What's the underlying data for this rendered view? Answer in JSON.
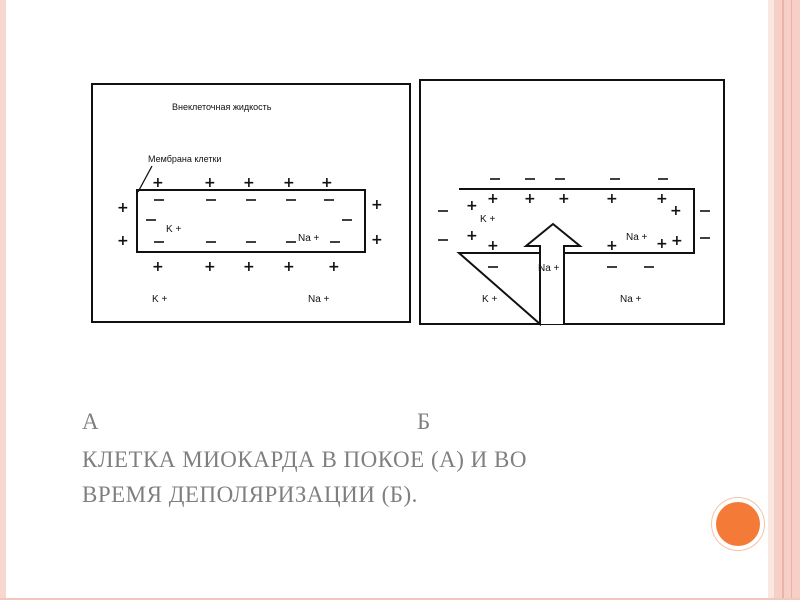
{
  "diagram": {
    "panel_a": {
      "top_label": "Внеклеточная жидкость",
      "membrane_label": "Мембрана клетки",
      "ion_k_inside": "K +",
      "ion_na_inside": "Na +",
      "ion_k_outside": "K +",
      "ion_na_outside": "Na +"
    },
    "panel_b": {
      "ion_k_inside": "K +",
      "ion_na_inside": "Na +",
      "arrow_label": "Na +",
      "ion_k_outside": "K +",
      "ion_na_outside": "Na +"
    }
  },
  "caption": {
    "letter_a": "А",
    "letter_b": "Б",
    "line1": "КЛЕТКА МИОКАРДА В ПОКОЕ (А)  И ВО",
    "line2": "ВРЕМЯ ДЕПОЛЯРИЗАЦИИ  (Б)."
  },
  "colors": {
    "caption": "#7f7f7f",
    "accent_dot": "#f47a38",
    "frame": "#f6d0c6"
  }
}
